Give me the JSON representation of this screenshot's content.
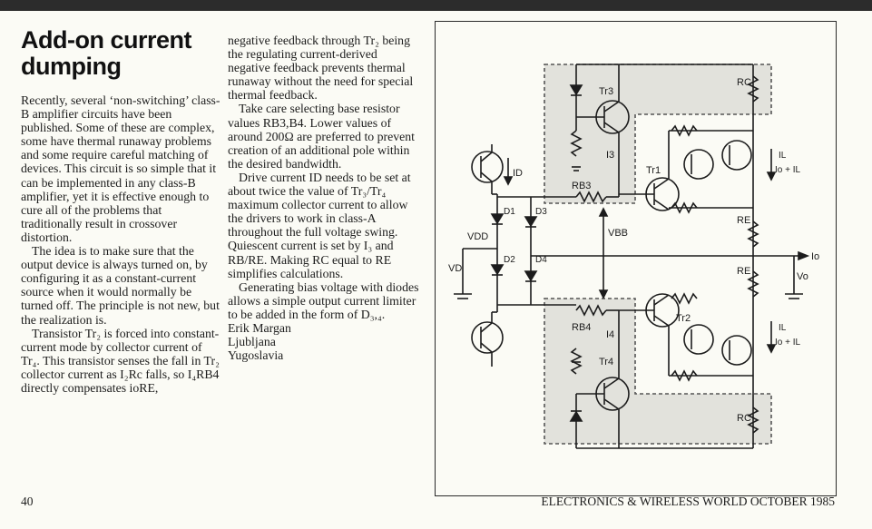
{
  "article": {
    "title": "Add-on current dumping",
    "paragraphs": [
      "Recently, several ‘non-switching’ class-B amplifier circuits have been published. Some of these are complex, some have thermal runaway problems and some require careful matching of devices. This circuit is so simple that it can be implemented in any class-B amplifier, yet it is effective enough to cure all of the problems that traditionally result in crossover distortion.",
      "The idea is to make sure that the output device is always turned on, by configuring it as a constant-current source when it would normally be turned off. The principle is not new, but the realization is.",
      "Transistor Tr₂ is forced into constant-current mode by collector current of Tr₄. This transistor senses the fall in Tr₂ collector current as I₂R꜀ falls, so I₄R_B4 directly compensates i₀R_E, negative feedback through Tr₂ being the regulating current-derived negative feedback prevents thermal runaway without the need for special thermal feedback.",
      "Take care selecting base resistor values R_B3,B4. Lower values of around 200Ω are preferred to prevent creation of an additional pole within the desired bandwidth.",
      "Drive current I_D needs to be set at about twice the value of Tr₃/Tr₄ maximum collector current to allow the drivers to work in class-A throughout the full voltage swing. Quiescent current is set by I₃ and R_B/R_E. Making R_C equal to R_E simplifies calculations.",
      "Generating bias voltage with diodes allows a simple output current limiter to be added in the form of D₃,₄."
    ],
    "col1_paras": [
      "Recently, several ‘non-switching’ class-B amplifier circuits have been published. Some of these are complex, some have thermal runaway problems and some require careful matching of devices. This circuit is so simple that it can be implemented in any class-B amplifier, yet it is effective enough to cure all of the problems that traditionally result in crossover distortion.",
      "The idea is to make sure that the output device is always turned on, by configuring it as a constant-current source when it would normally be turned off. The principle is not new, but the realization is.",
      "Transistor Tr₂ is forced into constant-current mode by collector current of Tr₄. This transistor senses the fall in Tr₂ collector current as I₂Rc falls, so I₄RB4 directly compensates ioRE,"
    ],
    "col2_paras": [
      "negative feedback through Tr₂ being the regulating current-derived negative feedback prevents thermal runaway without the need for special thermal feedback.",
      "Take care selecting base resistor values RB3,B4. Lower values of around 200Ω are preferred to prevent creation of an additional pole within the desired bandwidth.",
      "Drive current ID needs to be set at about twice the value of Tr₃/Tr₄ maximum collector current to allow the drivers to work in class-A throughout the full voltage swing. Quiescent current is set by I₃ and RB/RE. Making RC equal to RE simplifies calculations.",
      "Generating bias voltage with diodes allows a simple output current limiter to be added in the form of D₃,₄."
    ],
    "signature": [
      "Erik Margan",
      "Ljubljana",
      "Yugoslavia"
    ]
  },
  "figure": {
    "labels": {
      "tr3": "Tr3",
      "tr4": "Tr4",
      "tr1": "Tr1",
      "tr2": "Tr2",
      "rb3": "RB3",
      "rb4": "RB4",
      "rc_top": "RC",
      "rc_bot": "RC",
      "re_top": "RE",
      "re_bot": "RE",
      "i3": "I3",
      "i4": "I4",
      "id": "ID",
      "d1": "D1",
      "d2": "D2",
      "d3": "D3",
      "d4": "D4",
      "vdd": "VDD",
      "vd": "VD",
      "vbb": "VBB",
      "vo": "Vo",
      "io": "Io",
      "il_top": "IL",
      "iol_top": "Io + IL",
      "il_bot": "IL",
      "iol_bot": "Io + IL"
    }
  },
  "footer": {
    "page_number": "40",
    "journal": "ELECTRONICS & WIRELESS WORLD OCTOBER 1985"
  },
  "colors": {
    "ink": "#1c1c1c",
    "shade": "#e2e2dc",
    "paper": "#fbfbf5"
  }
}
